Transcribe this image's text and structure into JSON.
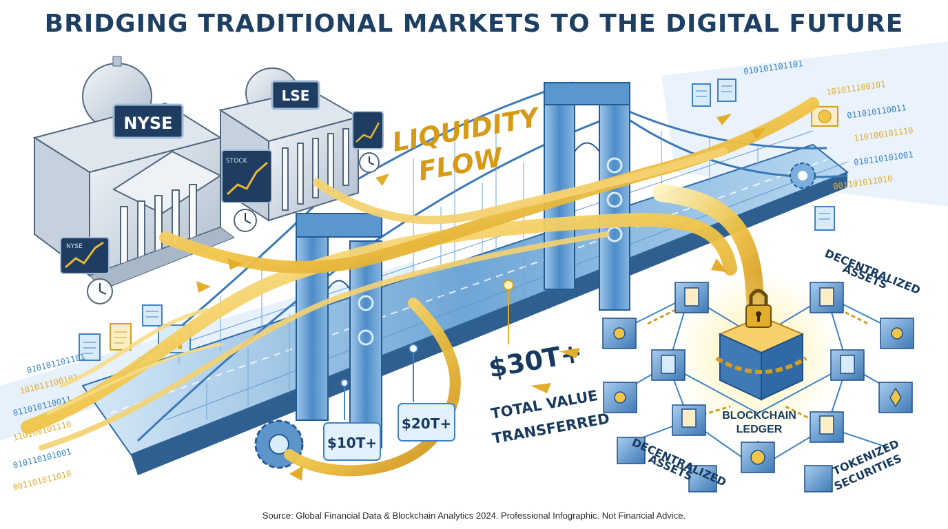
{
  "title": "BRIDGING TRADITIONAL MARKETS TO THE DIGITAL FUTURE",
  "buildings": {
    "nyse_sign": "NYSE",
    "lse_sign": "LSE",
    "small_chart_nyse": "NYSE",
    "small_chart_stock": "STOCK"
  },
  "flow_label": [
    "LIQUIDITY",
    "FLOW"
  ],
  "milestones": [
    {
      "label": "$10T+"
    },
    {
      "label": "$20T+"
    },
    {
      "label": "$30T+"
    }
  ],
  "total_caption": [
    "TOTAL VALUE",
    "TRANSFERRED"
  ],
  "blockchain": {
    "center_label": [
      "BLOCKCHAIN",
      "LEDGER"
    ],
    "top_right": [
      "DECENTRALIZED",
      "ASSETS"
    ],
    "bottom_left": [
      "DECENTRALIZED",
      "ASSETS"
    ],
    "bottom_right": [
      "TOKENIZED",
      "SECURITIES"
    ]
  },
  "binary_stream": [
    "010101101101",
    "101011100101",
    "011010110011",
    "110100101110",
    "010110101001",
    "001101011010"
  ],
  "colors": {
    "title": "#1d3f63",
    "bridge": "#3e82c4",
    "gold": "#e3ad2c",
    "navy": "#173a5e"
  },
  "source": "Source: Global Financial Data & Blockchain Analytics 2024. Professional Infographic. Not Financial Advice."
}
